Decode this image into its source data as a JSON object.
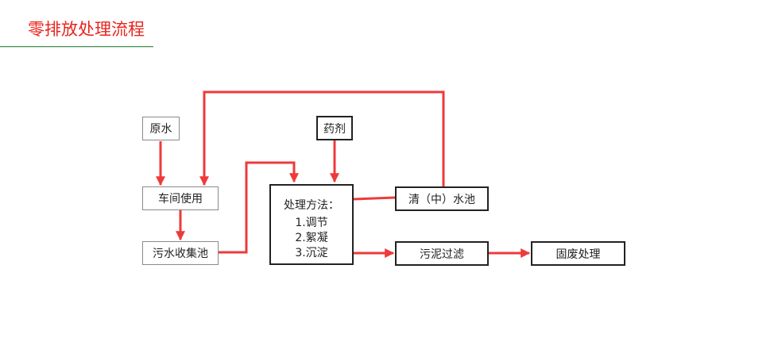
{
  "title": "零排放处理流程",
  "colors": {
    "accent": "#e8241d",
    "flow": "#ee3a3a",
    "rule": "#3aa14a"
  },
  "nodes": {
    "raw_water": "原水",
    "workshop": "车间使用",
    "sewage_pool": "污水收集池",
    "chemicals": "药剂",
    "method": {
      "label": "处理方法：",
      "steps": [
        "1.调节",
        "2.絮凝",
        "3.沉淀"
      ]
    },
    "clear_pool": "清（中）水池",
    "sludge_filter": "污泥过滤",
    "solid_waste": "固废处理"
  }
}
